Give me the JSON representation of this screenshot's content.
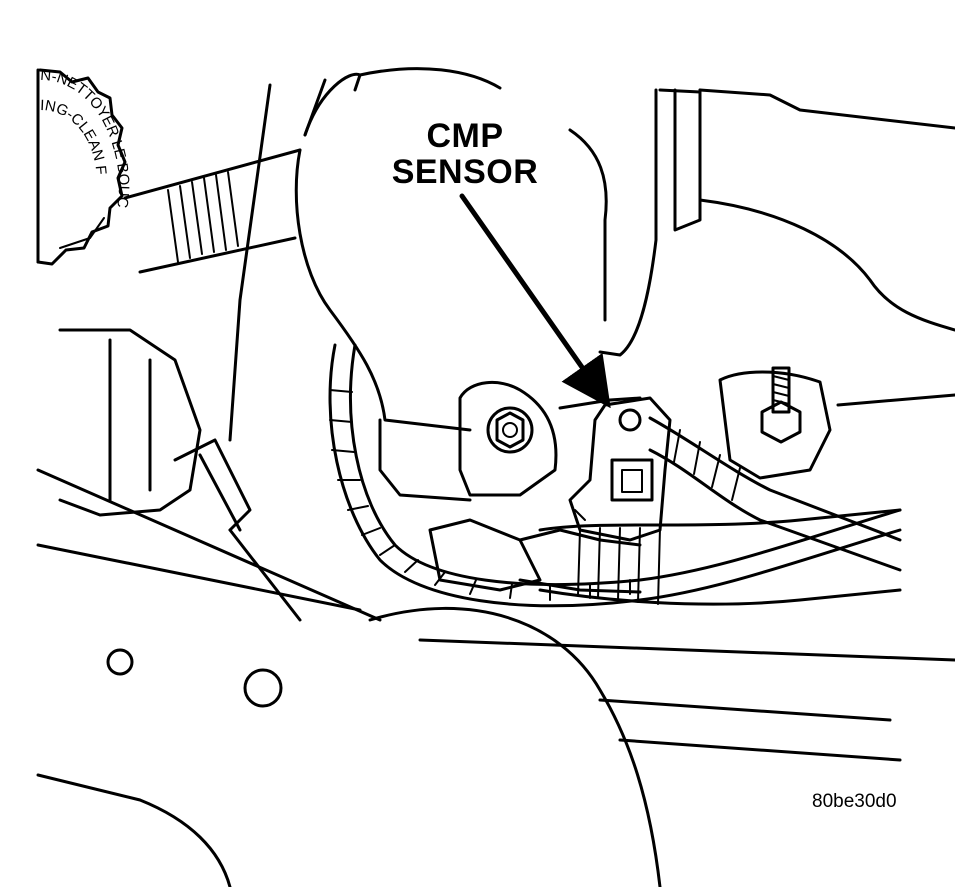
{
  "callout": {
    "line1": "CMP",
    "line2": "SENSOR"
  },
  "cap_text": {
    "outer": "N-NETTOYER LE BOUC",
    "inner": "ING-CLEAN F"
  },
  "figure_id": "80be30d0",
  "colors": {
    "ink": "#000000",
    "paper": "#ffffff"
  }
}
